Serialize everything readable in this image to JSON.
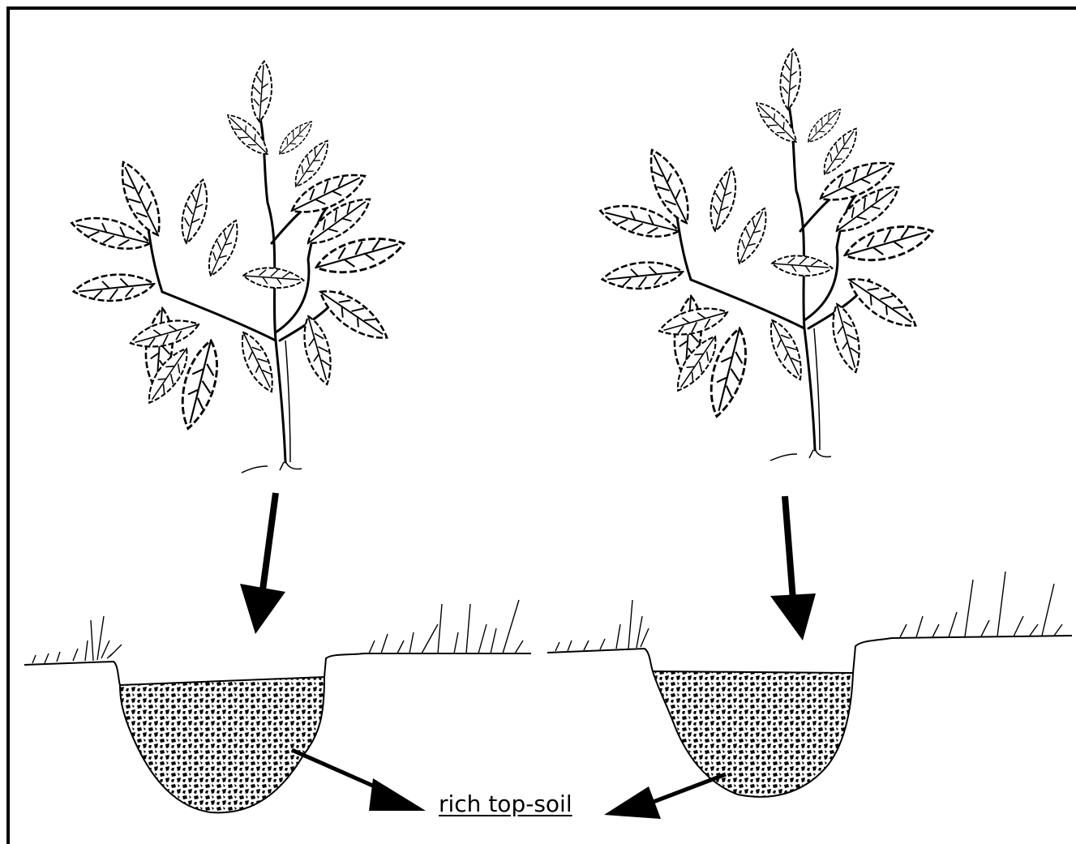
{
  "label": {
    "text": "rich top-soil"
  },
  "colors": {
    "ink": "#000000",
    "background": "#ffffff"
  },
  "elements": {
    "left_plant": "plant-illustration",
    "right_plant": "plant-illustration",
    "left_hole": "soil-hole",
    "right_hole": "soil-hole"
  }
}
